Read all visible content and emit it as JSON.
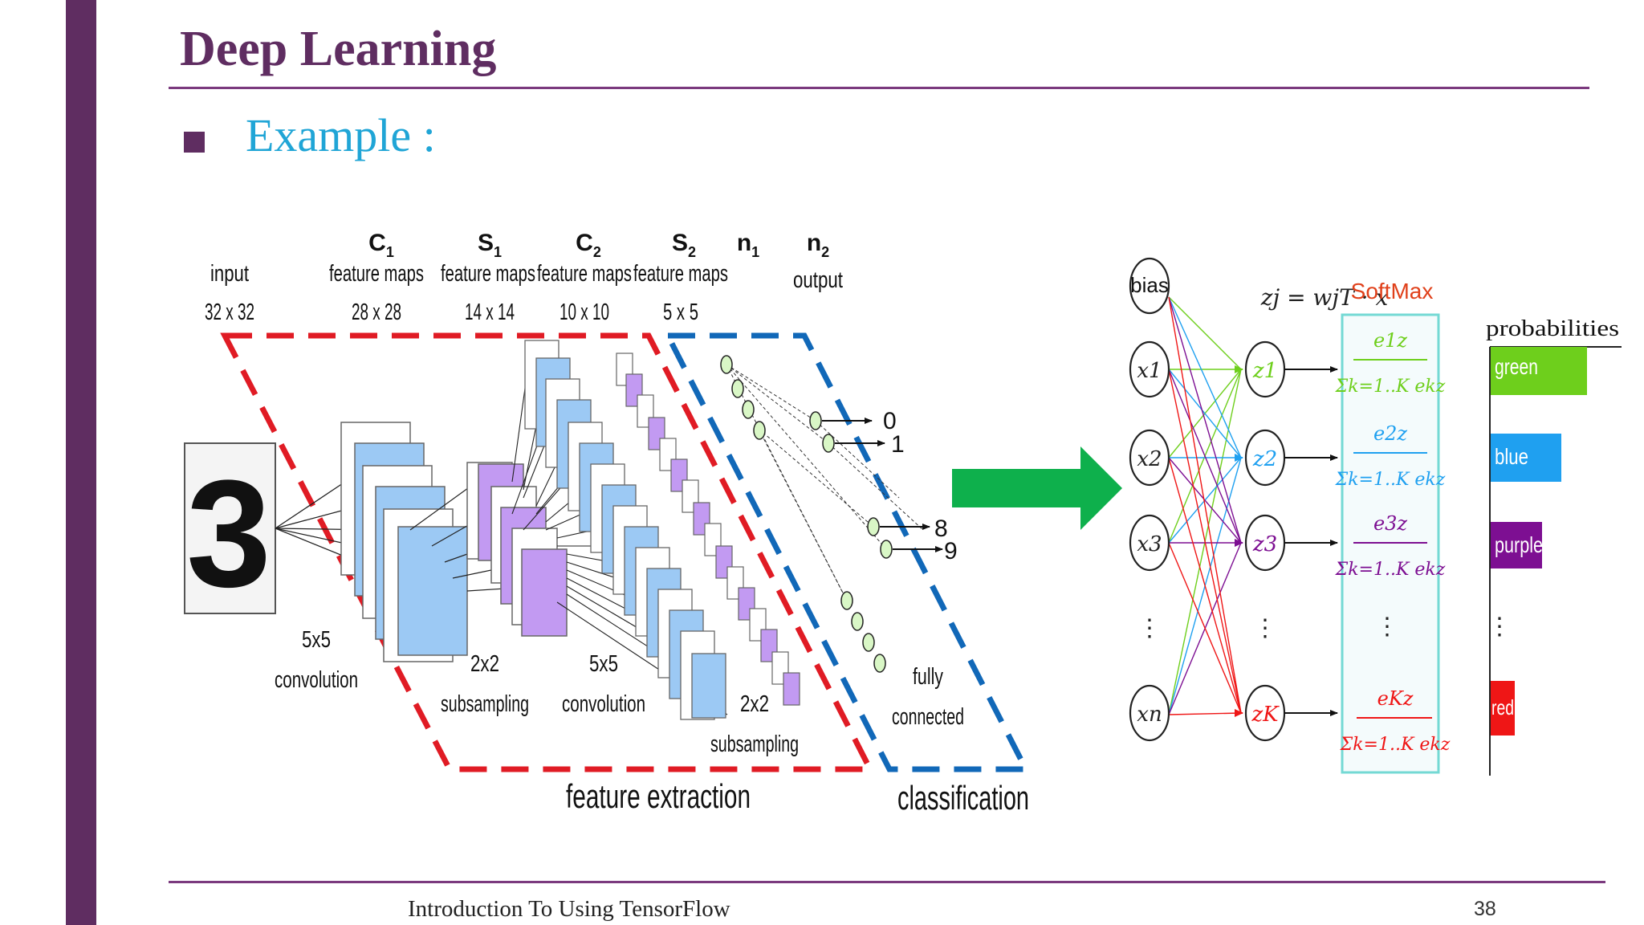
{
  "slide": {
    "title": "Deep Learning",
    "bullet": "Example :",
    "footer": "Introduction To Using TensorFlow",
    "page_number": "38"
  },
  "cnn": {
    "header_symbols": [
      "C",
      "S",
      "C",
      "S",
      "n",
      "n"
    ],
    "header_subscripts": [
      "1",
      "1",
      "2",
      "2",
      "1",
      "2"
    ],
    "layer_names": [
      "input",
      "feature maps",
      "feature maps",
      "feature maps",
      "feature maps",
      "output"
    ],
    "layer_sizes": [
      "32 x 32",
      "28 x 28",
      "14 x 14",
      "10 x 10",
      "5 x 5"
    ],
    "op_sizes": [
      "5x5",
      "2x2",
      "5x5",
      "2x2"
    ],
    "op_names": [
      "convolution",
      "subsampling",
      "convolution",
      "subsampling"
    ],
    "fully_connected": [
      "fully",
      "connected"
    ],
    "output_digits": [
      "0",
      "1",
      "8",
      "9"
    ],
    "section_feature": "feature extraction",
    "section_classification": "classification",
    "input_digit": "3"
  },
  "softmax": {
    "bias_label": "bias",
    "inputs": [
      "x1",
      "x2",
      "x3",
      "xn"
    ],
    "outputs": [
      "z1",
      "z2",
      "z3",
      "zK"
    ],
    "equation": "zj = wjT · x",
    "softmax_label": "SoftMax",
    "numerators": [
      "e1z",
      "e2z",
      "e3z",
      "eKz"
    ],
    "denominator": "Σk=1..K ekz",
    "probabilities_label": "probabilities",
    "classes": [
      "green",
      "blue",
      "purple",
      "red"
    ],
    "colors": {
      "green": "#6ecf1c",
      "blue": "#1fa0f0",
      "purple": "#7d0f92",
      "red": "#ef1616",
      "feature_dash": "#e01b24",
      "classification_dash": "#1168b8",
      "arrow": "#0eb04c",
      "map_blue": "#9cc9f4",
      "map_purple": "#c29af2",
      "softmax_box": "#74d9d4"
    }
  }
}
